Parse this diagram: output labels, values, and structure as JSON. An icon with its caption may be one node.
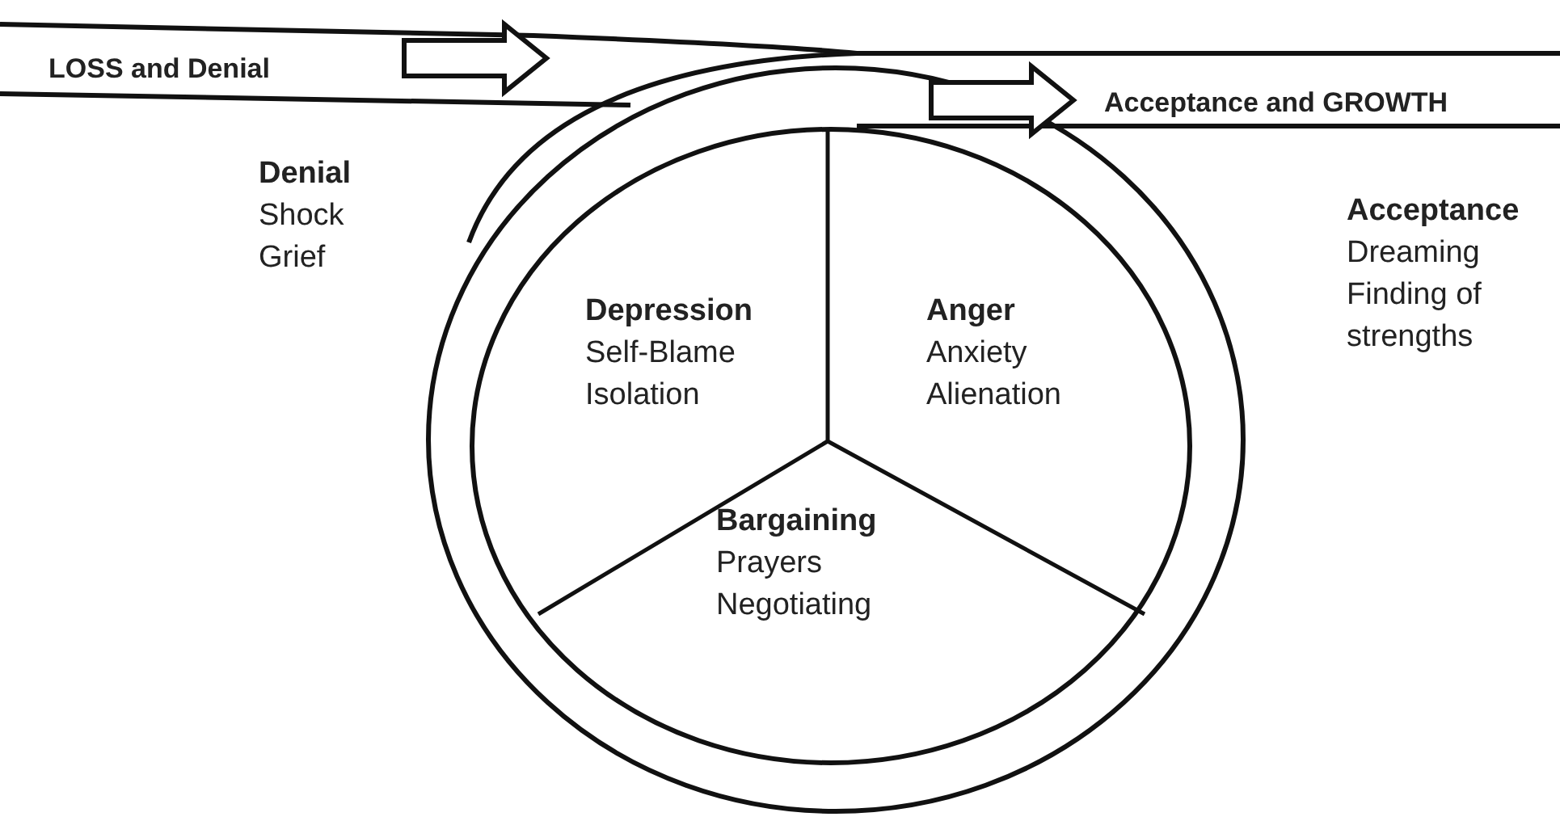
{
  "diagram": {
    "nodes": [
      {
        "text": [
          "LOSS and Denial"
        ]
      },
      {
        "text": [
          "Acceptance and GROWTH"
        ]
      },
      {
        "text": [
          "Depression",
          "Self-Blame Isolation"
        ]
      },
      {
        "text": [
          "Anger",
          "Anxiety Alienation"
        ]
      },
      {
        "text": [
          "Bargaining",
          "Prayers Negotiating"
        ]
      }
    ],
    "edges": [],
    "labels": [
      "Denial",
      "Shock Grief",
      "Acceptance",
      "Dreaming Finding of strengths"
    ]
  }
}
